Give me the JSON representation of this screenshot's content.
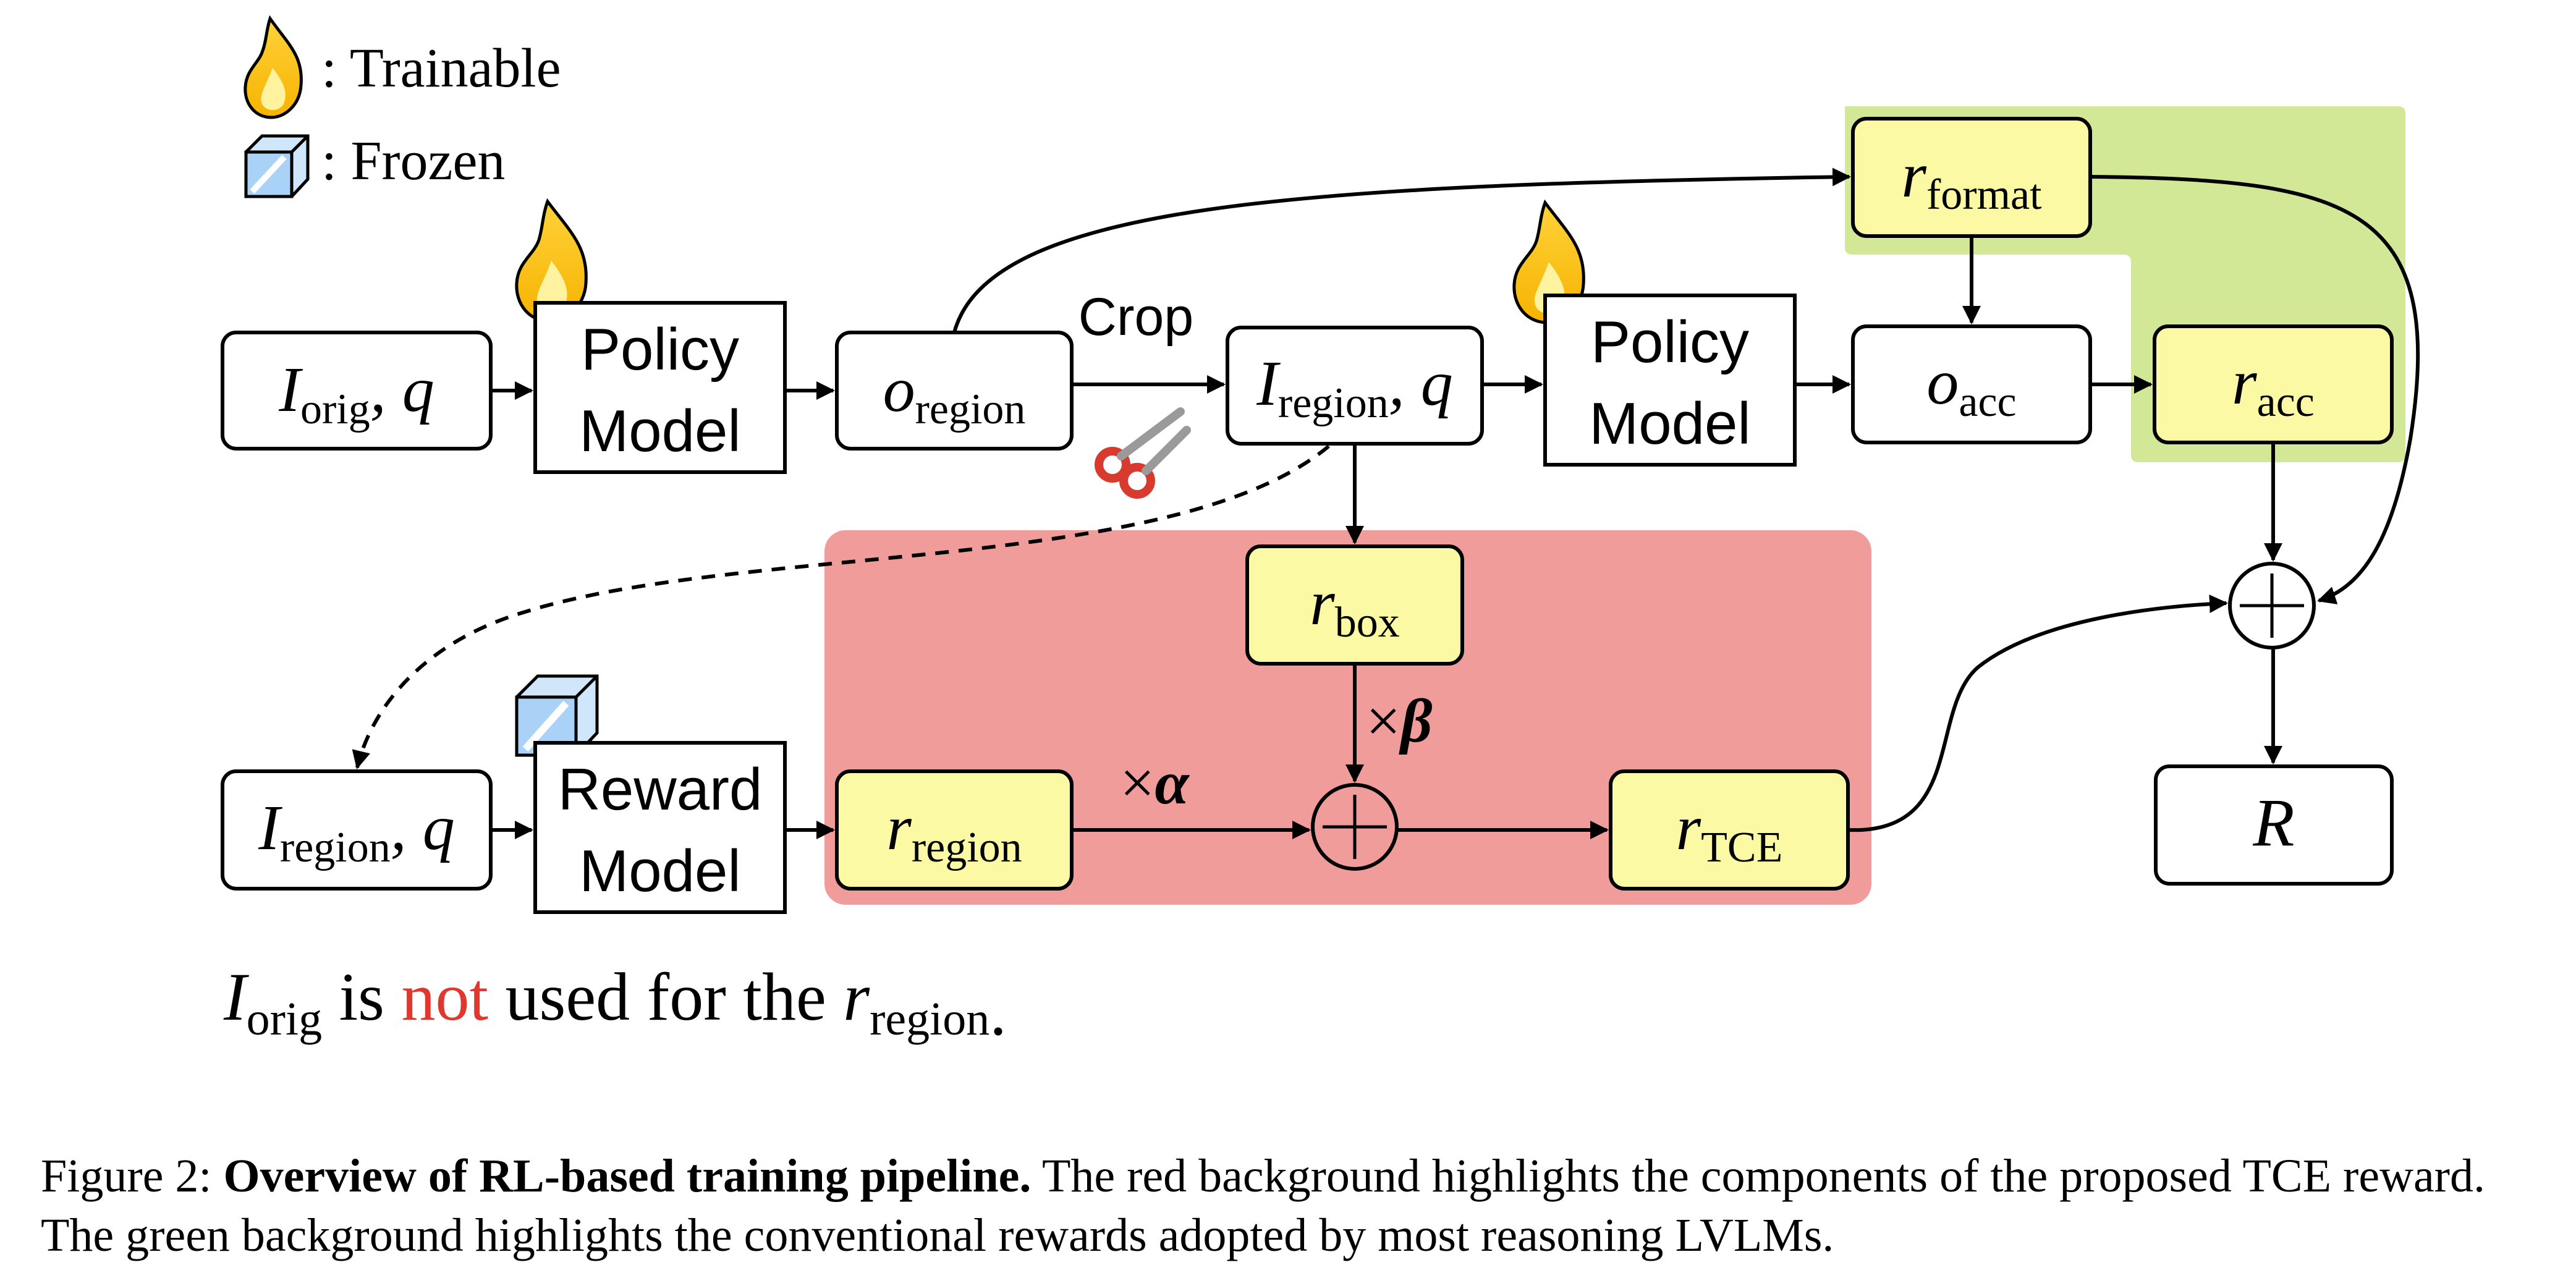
{
  "legend": {
    "trainable_label": ": Trainable",
    "frozen_label": ": Frozen",
    "trainable_icon": "flame-icon",
    "frozen_icon": "ice-cube-icon"
  },
  "nodes": {
    "input_orig": {
      "main": "I",
      "sub": "orig",
      "tail": ", q"
    },
    "policy_model_1": {
      "line1": "Policy",
      "line2": "Model"
    },
    "o_region": {
      "main": "o",
      "sub": "region"
    },
    "crop_label": "Crop",
    "i_region": {
      "main": "I",
      "sub": "region",
      "tail": ", q"
    },
    "policy_model_2": {
      "line1": "Policy",
      "line2": "Model"
    },
    "o_acc": {
      "main": "o",
      "sub": "acc"
    },
    "r_format": {
      "main": "r",
      "sub": "format"
    },
    "r_acc": {
      "main": "r",
      "sub": "acc"
    },
    "r_box": {
      "main": "r",
      "sub": "box"
    },
    "i_region_2": {
      "main": "I",
      "sub": "region",
      "tail": ", q"
    },
    "reward_model": {
      "line1": "Reward",
      "line2": "Model"
    },
    "r_region": {
      "main": "r",
      "sub": "region"
    },
    "r_tce": {
      "main": "r",
      "sub": "TCE"
    },
    "final_r": "R",
    "sum_symbol": "+",
    "times_alpha": {
      "times": "×",
      "symbol": "α"
    },
    "times_beta": {
      "times": "×",
      "symbol": "β"
    }
  },
  "note": {
    "prefix_main": "I",
    "prefix_sub": "orig",
    "is": " is ",
    "not": "not",
    "rest": " used for the ",
    "r_main": "r",
    "r_sub": "region",
    "end": "."
  },
  "caption": {
    "figure_label": "Figure 2: ",
    "bold": "Overview of RL-based training pipeline.",
    "text": " The red background highlights the components of the proposed TCE reward. The green background highlights the conventional rewards adopted by most reasoning LVLMs."
  },
  "colors": {
    "red_region": "#f09c9b",
    "green_region": "#d3e897",
    "yellow_box": "#fbf9a3",
    "not_text": "#e0382f"
  }
}
